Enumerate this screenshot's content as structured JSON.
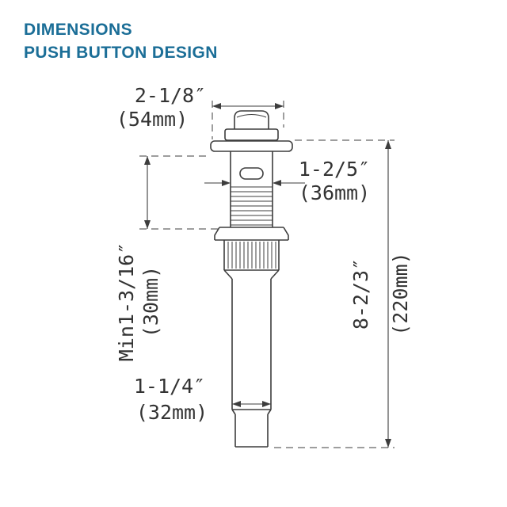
{
  "header": {
    "line1": "DIMENSIONS",
    "line2": "PUSH BUTTON DESIGN"
  },
  "labels": {
    "top_width_in": "2-1/8″",
    "top_width_mm": "(54mm)",
    "body_width_in": "1-2/5″",
    "body_width_mm": "(36mm)",
    "min_thickness_in": "Min1-3/16″",
    "min_thickness_mm": "(30mm)",
    "total_height_in": "8-2/3″",
    "total_height_mm": "(220mm)",
    "pipe_width_in": "1-1/4″",
    "pipe_width_mm": "(32mm)"
  },
  "colors": {
    "accent": "#1b6e97",
    "line": "#3d3d3d"
  },
  "subject": "push-button pop-up drain technical dimension drawing"
}
